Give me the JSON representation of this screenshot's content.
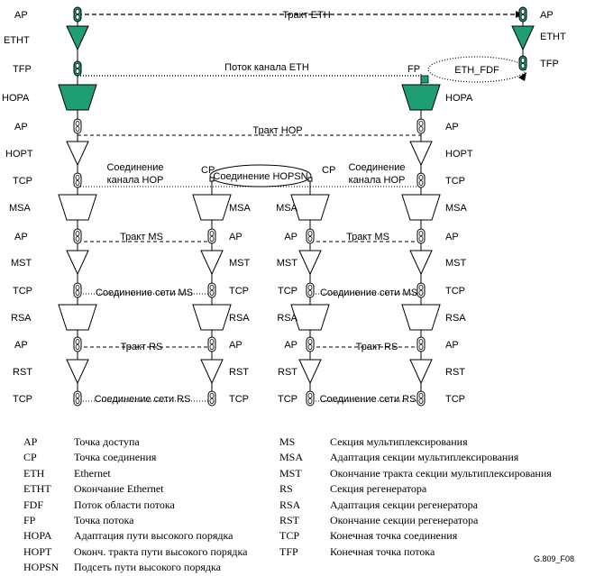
{
  "diagram": {
    "labels": {
      "ap": "AP",
      "etht": "ETHT",
      "tfp": "TFP",
      "hopa": "HOPA",
      "hopt": "HOPT",
      "tcp": "TCP",
      "msa": "MSA",
      "mst": "MST",
      "rsa": "RSA",
      "rst": "RST",
      "cp": "CP",
      "fp": "FP"
    },
    "connections": {
      "eth_trail": "Тракт ETH",
      "eth_flow": "Поток канала ETH",
      "eth_fdf": "ETH_FDF",
      "hop_trail": "Тракт HOP",
      "hop_conn_line1": "Соединение",
      "hop_conn_line2": "канала HOP",
      "hopsn": "Соединение HOPSN",
      "ms_trail": "Тракт MS",
      "ms_conn": "Соединение сети MS",
      "rs_trail": "Тракт RS",
      "rs_conn": "Соединение сети RS"
    },
    "colors": {
      "eth_green": "#1f9e74",
      "line": "#000000"
    }
  },
  "legend": {
    "left": [
      {
        "abbr": "AP",
        "text": "Точка доступа"
      },
      {
        "abbr": "CP",
        "text": "Точка соединения"
      },
      {
        "abbr": "ETH",
        "text": "Ethernet"
      },
      {
        "abbr": "ETHT",
        "text": "Окончание Ethernet"
      },
      {
        "abbr": "FDF",
        "text": "Поток области потока"
      },
      {
        "abbr": "FP",
        "text": "Точка потока"
      },
      {
        "abbr": "HOPA",
        "text": "Адаптация пути высокого порядка"
      },
      {
        "abbr": "HOPT",
        "text": "Оконч. тракта пути высокого порядка"
      },
      {
        "abbr": "HOPSN",
        "text": "Подсеть пути высокого порядка"
      }
    ],
    "right": [
      {
        "abbr": "MS",
        "text": "Секция мультиплексирования"
      },
      {
        "abbr": "MSA",
        "text": "Адаптация секции мультиплексирования"
      },
      {
        "abbr": "MST",
        "text": "Окончание тракта секции мультиплексирования"
      },
      {
        "abbr": "RS",
        "text": "Секция регенератора"
      },
      {
        "abbr": "RSA",
        "text": "Адаптация секции регенератора"
      },
      {
        "abbr": "RST",
        "text": "Окончание секции регенератора"
      },
      {
        "abbr": "TCP",
        "text": "Конечная точка соединения"
      },
      {
        "abbr": "TFP",
        "text": "Конечная точка потока"
      }
    ]
  },
  "figure_id": "G.809_F08"
}
